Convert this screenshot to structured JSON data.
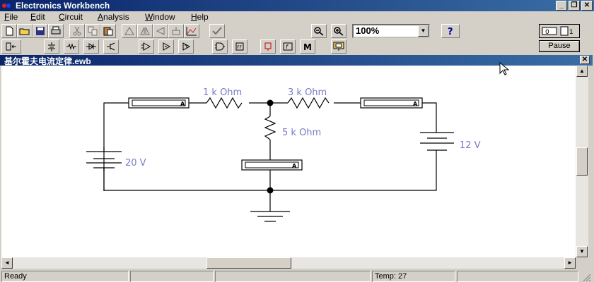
{
  "window": {
    "title": "Electronics Workbench"
  },
  "menu": [
    {
      "pre": "",
      "key": "F",
      "post": "ile"
    },
    {
      "pre": "",
      "key": "E",
      "post": "dit"
    },
    {
      "pre": "",
      "key": "C",
      "post": "ircuit"
    },
    {
      "pre": "",
      "key": "A",
      "post": "nalysis"
    },
    {
      "pre": "",
      "key": "W",
      "post": "indow"
    },
    {
      "pre": "",
      "key": "H",
      "post": "elp"
    }
  ],
  "toolbar": {
    "zoom": "100%",
    "pause_label": "Pause"
  },
  "document": {
    "title": "基尔霍夫电流定律.ewb"
  },
  "circuit": {
    "resistor_left": "1 k Ohm",
    "resistor_right": "3 k Ohm",
    "resistor_middle": "5 k Ohm",
    "battery_left": "20 V",
    "battery_right": "12 V",
    "ammeter_label": "A"
  },
  "status": {
    "left": "Ready",
    "temp": "Temp:  27"
  }
}
